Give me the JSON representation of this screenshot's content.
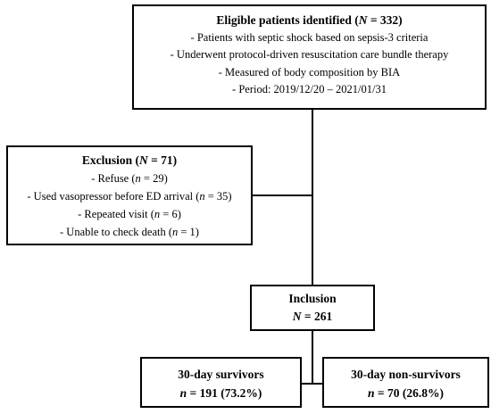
{
  "eligible": {
    "title_prefix": "Eligible patients identified (",
    "title_var": "N",
    "title_suffix": " = 332)",
    "items": [
      "- Patients with septic shock based on sepsis-3 criteria",
      "- Underwent protocol-driven resuscitation care bundle therapy",
      "- Measured of body composition by BIA",
      "- Period: 2019/12/20 – 2021/01/31"
    ]
  },
  "exclusion": {
    "title_prefix": "Exclusion (",
    "title_var": "N",
    "title_suffix": " = 71)",
    "items": [
      {
        "pre": "- Refuse (",
        "var": "n",
        "post": " = 29)"
      },
      {
        "pre": "- Used vasopressor before ED arrival (",
        "var": "n",
        "post": " = 35)"
      },
      {
        "pre": "- Repeated visit (",
        "var": "n",
        "post": " = 6)"
      },
      {
        "pre": "- Unable to check death (",
        "var": "n",
        "post": " = 1)"
      }
    ]
  },
  "inclusion": {
    "title": "Inclusion",
    "count_var": "N",
    "count_value": " = 261"
  },
  "survivors": {
    "title": "30-day survivors",
    "count_var": "n",
    "count_value": " = 191 (73.2%)"
  },
  "nonsurvivors": {
    "title": "30-day non-survivors",
    "count_var": "n",
    "count_value": " = 70 (26.8%)"
  }
}
